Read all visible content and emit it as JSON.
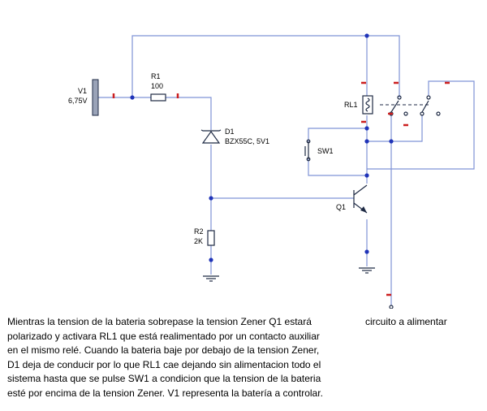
{
  "components": {
    "v1": {
      "name": "V1",
      "value": "6,75V"
    },
    "r1": {
      "name": "R1",
      "value": "100"
    },
    "d1": {
      "name": "D1",
      "value": "BZX55C, 5V1"
    },
    "r2": {
      "name": "R2",
      "value": "2K"
    },
    "q1": {
      "name": "Q1"
    },
    "rl1": {
      "name": "RL1"
    },
    "sw1": {
      "name": "SW1"
    }
  },
  "load_label": "circuito a alimentar",
  "description": "Mientras la tension de la bateria sobrepase la tension Zener Q1 estará\npolarizado y activara RL1 que está realimentado por un contacto auxiliar\nen el mismo relé. Cuando la bateria baje por debajo de la tension Zener,\nD1 deja de conducir por lo que RL1 cae dejando sin alimentacion todo el\nsistema hasta que se pulse SW1 a condicion que la tension de la bateria\nesté por encima de la tension Zener. V1 representa la batería a controlar.",
  "colors": {
    "wire": "#7f93d6",
    "node": "#1f33b8",
    "marker": "#cc1f1f",
    "component": "#1e2a44"
  }
}
